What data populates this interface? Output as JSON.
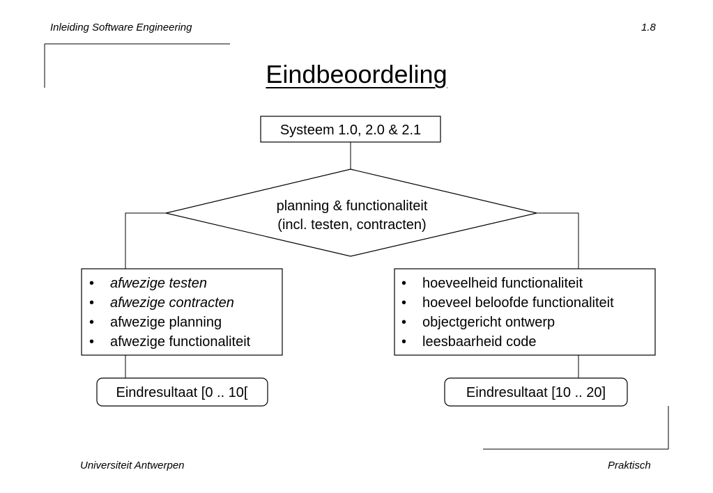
{
  "header": {
    "course": "Inleiding Software Engineering",
    "slide_number": "1.8"
  },
  "title": "Eindbeoordeling",
  "diagram": {
    "start_box": "Systeem 1.0, 2.0 & 2.1",
    "decision": {
      "line1": "planning & functionaliteit",
      "line2": "(incl. testen, contracten)"
    },
    "left_box": {
      "bullet": "•",
      "items": [
        "afwezige testen",
        "afwezige contracten",
        "afwezige planning",
        "afwezige functionaliteit"
      ]
    },
    "right_box": {
      "bullet": "•",
      "items": [
        "hoeveelheid functionaliteit",
        "hoeveel beloofde functionaliteit",
        "objectgericht ontwerp",
        "leesbaarheid code"
      ]
    },
    "left_result": "Eindresultaat [0 .. 10[",
    "right_result": "Eindresultaat [10 .. 20]"
  },
  "footer": {
    "left": "Universiteit Antwerpen",
    "right": "Praktisch"
  }
}
